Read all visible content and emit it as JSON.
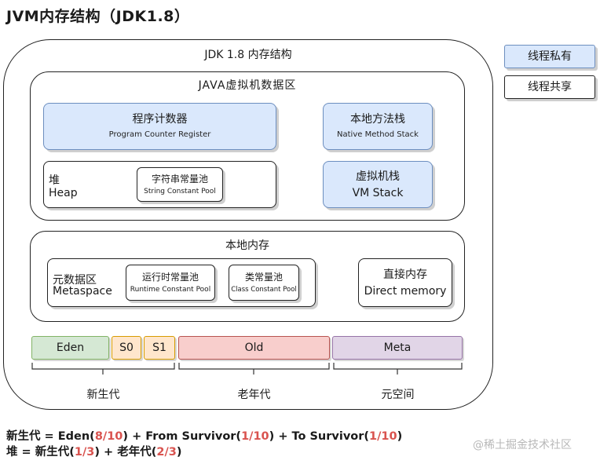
{
  "title": "JVM内存结构（JDK1.8）",
  "jdk": {
    "label": "JDK 1.8 内存结构"
  },
  "legend": {
    "private": "线程私有",
    "shared": "线程共享"
  },
  "jvm_data_area": {
    "label": "JAVA虚拟机数据区",
    "pc": {
      "cn": "程序计数器",
      "en": "Program Counter Register"
    },
    "native_stack": {
      "cn": "本地方法栈",
      "en": "Native Method Stack"
    },
    "heap": {
      "cn": "堆",
      "en": "Heap",
      "string_pool_cn": "字符串常量池",
      "string_pool_en": "String Constant Pool"
    },
    "vm_stack": {
      "cn": "虚拟机栈",
      "en": "VM Stack"
    }
  },
  "native_memory": {
    "label": "本地内存",
    "metaspace": {
      "cn": "元数据区",
      "en": "Metaspace"
    },
    "runtime_pool": {
      "cn": "运行时常量池",
      "en": "Runtime Constant Pool"
    },
    "class_pool": {
      "cn": "类常量池",
      "en": "Class Constant Pool"
    },
    "direct": {
      "cn": "直接内存",
      "en": "Direct memory"
    }
  },
  "generations": {
    "eden": "Eden",
    "s0": "S0",
    "s1": "S1",
    "old": "Old",
    "meta": "Meta",
    "young_label": "新生代",
    "old_label": "老年代",
    "meta_label": "元空间"
  },
  "formula1": {
    "a": "新生代 = Eden(",
    "b": "8/10",
    "c": ") + From Survivor(",
    "d": "1/10",
    "e": ") + To Survivor(",
    "f": "1/10",
    "g": ")"
  },
  "formula2": {
    "a": "堆 = 新生代(",
    "b": "1/3",
    "c": ") + 老年代(",
    "d": "2/3",
    "e": ")"
  },
  "watermark": "@稀土掘金技术社区",
  "colors": {
    "blue_fill": "#dae8fc",
    "eden_fill": "#d5e8d4",
    "survivor_fill": "#ffe6cc",
    "old_fill": "#f8cecc",
    "meta_fill": "#e1d5e7",
    "ratio_red": "#d9534f"
  }
}
